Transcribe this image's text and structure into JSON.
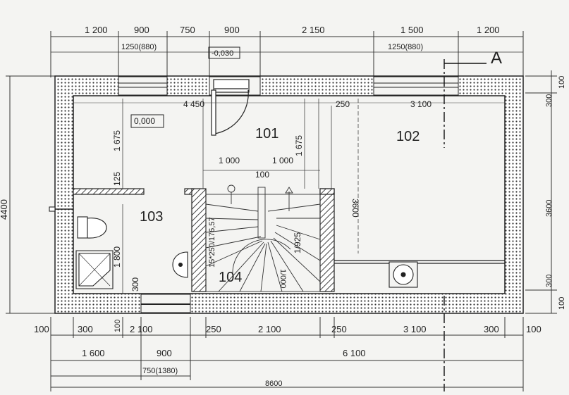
{
  "top_dims_row1": [
    "1 200",
    "900",
    "750",
    "900",
    "2 150",
    "1 500",
    "1 200"
  ],
  "top_dims_row2": [
    "1250(880)",
    "1250(880)"
  ],
  "level_top": "-0,030",
  "level_inner": "0,000",
  "section_mark": "A",
  "rooms": [
    "101",
    "102",
    "103",
    "104"
  ],
  "inner_dims": {
    "d4450": "4 450",
    "d250": "250",
    "d3100": "3 100",
    "d1675a": "1 675",
    "d1675b": "1 675",
    "d1000a": "1 000",
    "d1000b": "1 000",
    "d100": "100",
    "d125": "125",
    "d1800": "1 800",
    "d300": "300",
    "d3600in": "3600",
    "stair": "15*250/176,57",
    "d1925": "1/925",
    "d1000v": "1/000"
  },
  "left_dim": "4400",
  "right_dims": [
    "100",
    "300",
    "3600",
    "300",
    "100"
  ],
  "bottom_dims_row1": [
    "100",
    "300",
    "2 100",
    "250",
    "2 100",
    "250",
    "3 100",
    "300",
    "100"
  ],
  "bottom_dim_extra": "100",
  "bottom_dims_row2": [
    "1 600",
    "900",
    "6 100"
  ],
  "bottom_dims_row3": "750(1380)",
  "bottom_total": "8600",
  "colors": {
    "paper": "#f4f4f2",
    "ink": "#222222",
    "hatch": "#555555"
  }
}
